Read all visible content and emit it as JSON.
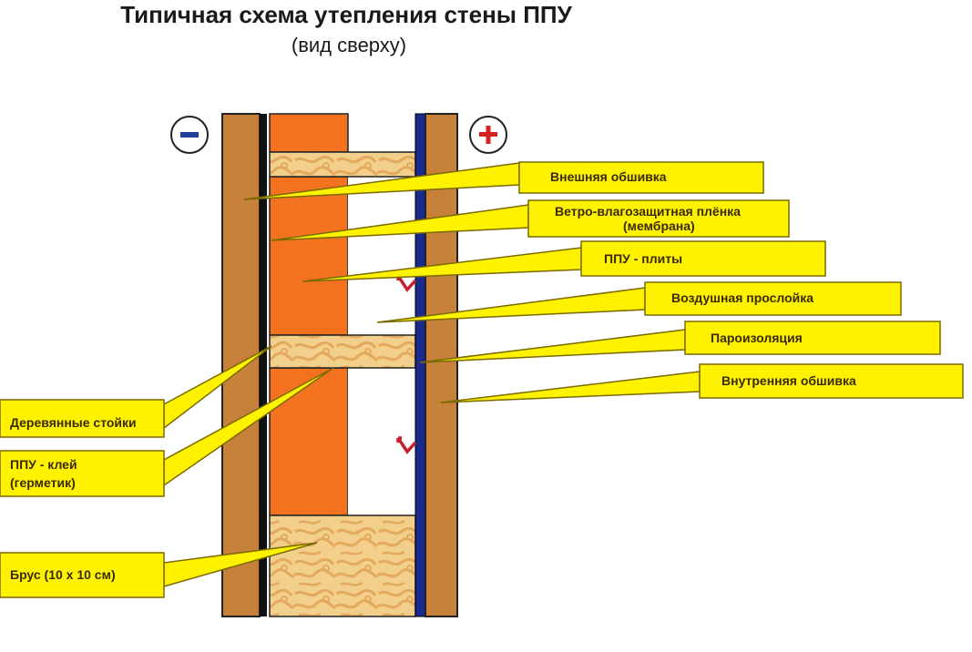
{
  "title": "Типичная схема утепления стены ППУ",
  "subtitle": "(вид сверху)",
  "signs": {
    "minus": "−",
    "plus": "+"
  },
  "labels": {
    "outer_cladding": "Внешняя обшивка",
    "membrane_line1": "Ветро-влагозащитная плёнка",
    "membrane_line2": "(мембрана)",
    "ppu_boards": "ППУ - плиты",
    "air_gap": "Воздушная прослойка",
    "vapor_barrier": "Пароизоляция",
    "inner_cladding": "Внутренняя обшивка",
    "wooden_studs": "Деревянные стойки",
    "glue_line1": "ППУ - клей",
    "glue_line2": "(герметик)",
    "beam": "Брус (10 x 10 см)"
  },
  "colors": {
    "label_fill": "#fff200",
    "label_stroke": "#7a6a00",
    "cladding": "#c8813a",
    "ppu": "#f27220",
    "wood": "#f3cf8c",
    "wood_grain": "#e3a95c",
    "vapor": "#1a2a8c",
    "membrane": "#111111",
    "minus": "#1f3f9a",
    "plus": "#d62020",
    "arrow": "#c8202a"
  }
}
